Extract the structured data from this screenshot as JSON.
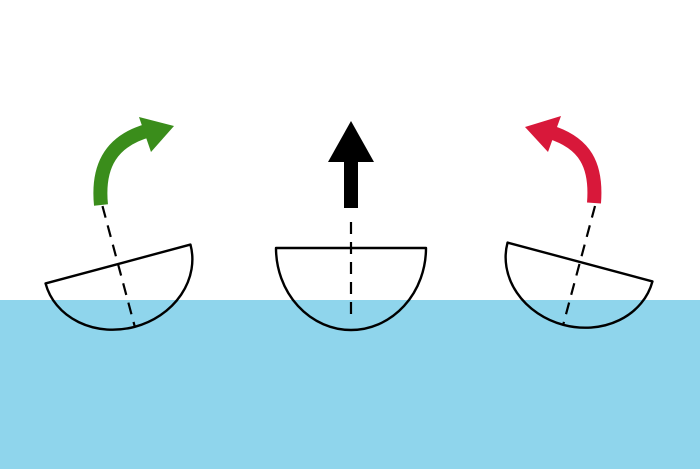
{
  "scene": {
    "colors": {
      "background": "#ffffff",
      "water": "#8fd5ec",
      "hull_outline": "#000000",
      "hull_fill": "#ffffff",
      "axis_line": "#000000",
      "arrow_left": "#3a8d1b",
      "arrow_center": "#000000",
      "arrow_right": "#d8183a"
    },
    "boats": [
      {
        "id": "left",
        "tilt": "tilted-clockwise",
        "arrow": "green-curved-arrow-right",
        "arrow_icon": "curved-arrow-right-icon"
      },
      {
        "id": "center",
        "tilt": "upright",
        "arrow": "black-straight-arrow-up",
        "arrow_icon": "arrow-up-icon"
      },
      {
        "id": "right",
        "tilt": "tilted-counterclockwise",
        "arrow": "red-curved-arrow-left",
        "arrow_icon": "curved-arrow-left-icon"
      }
    ]
  }
}
